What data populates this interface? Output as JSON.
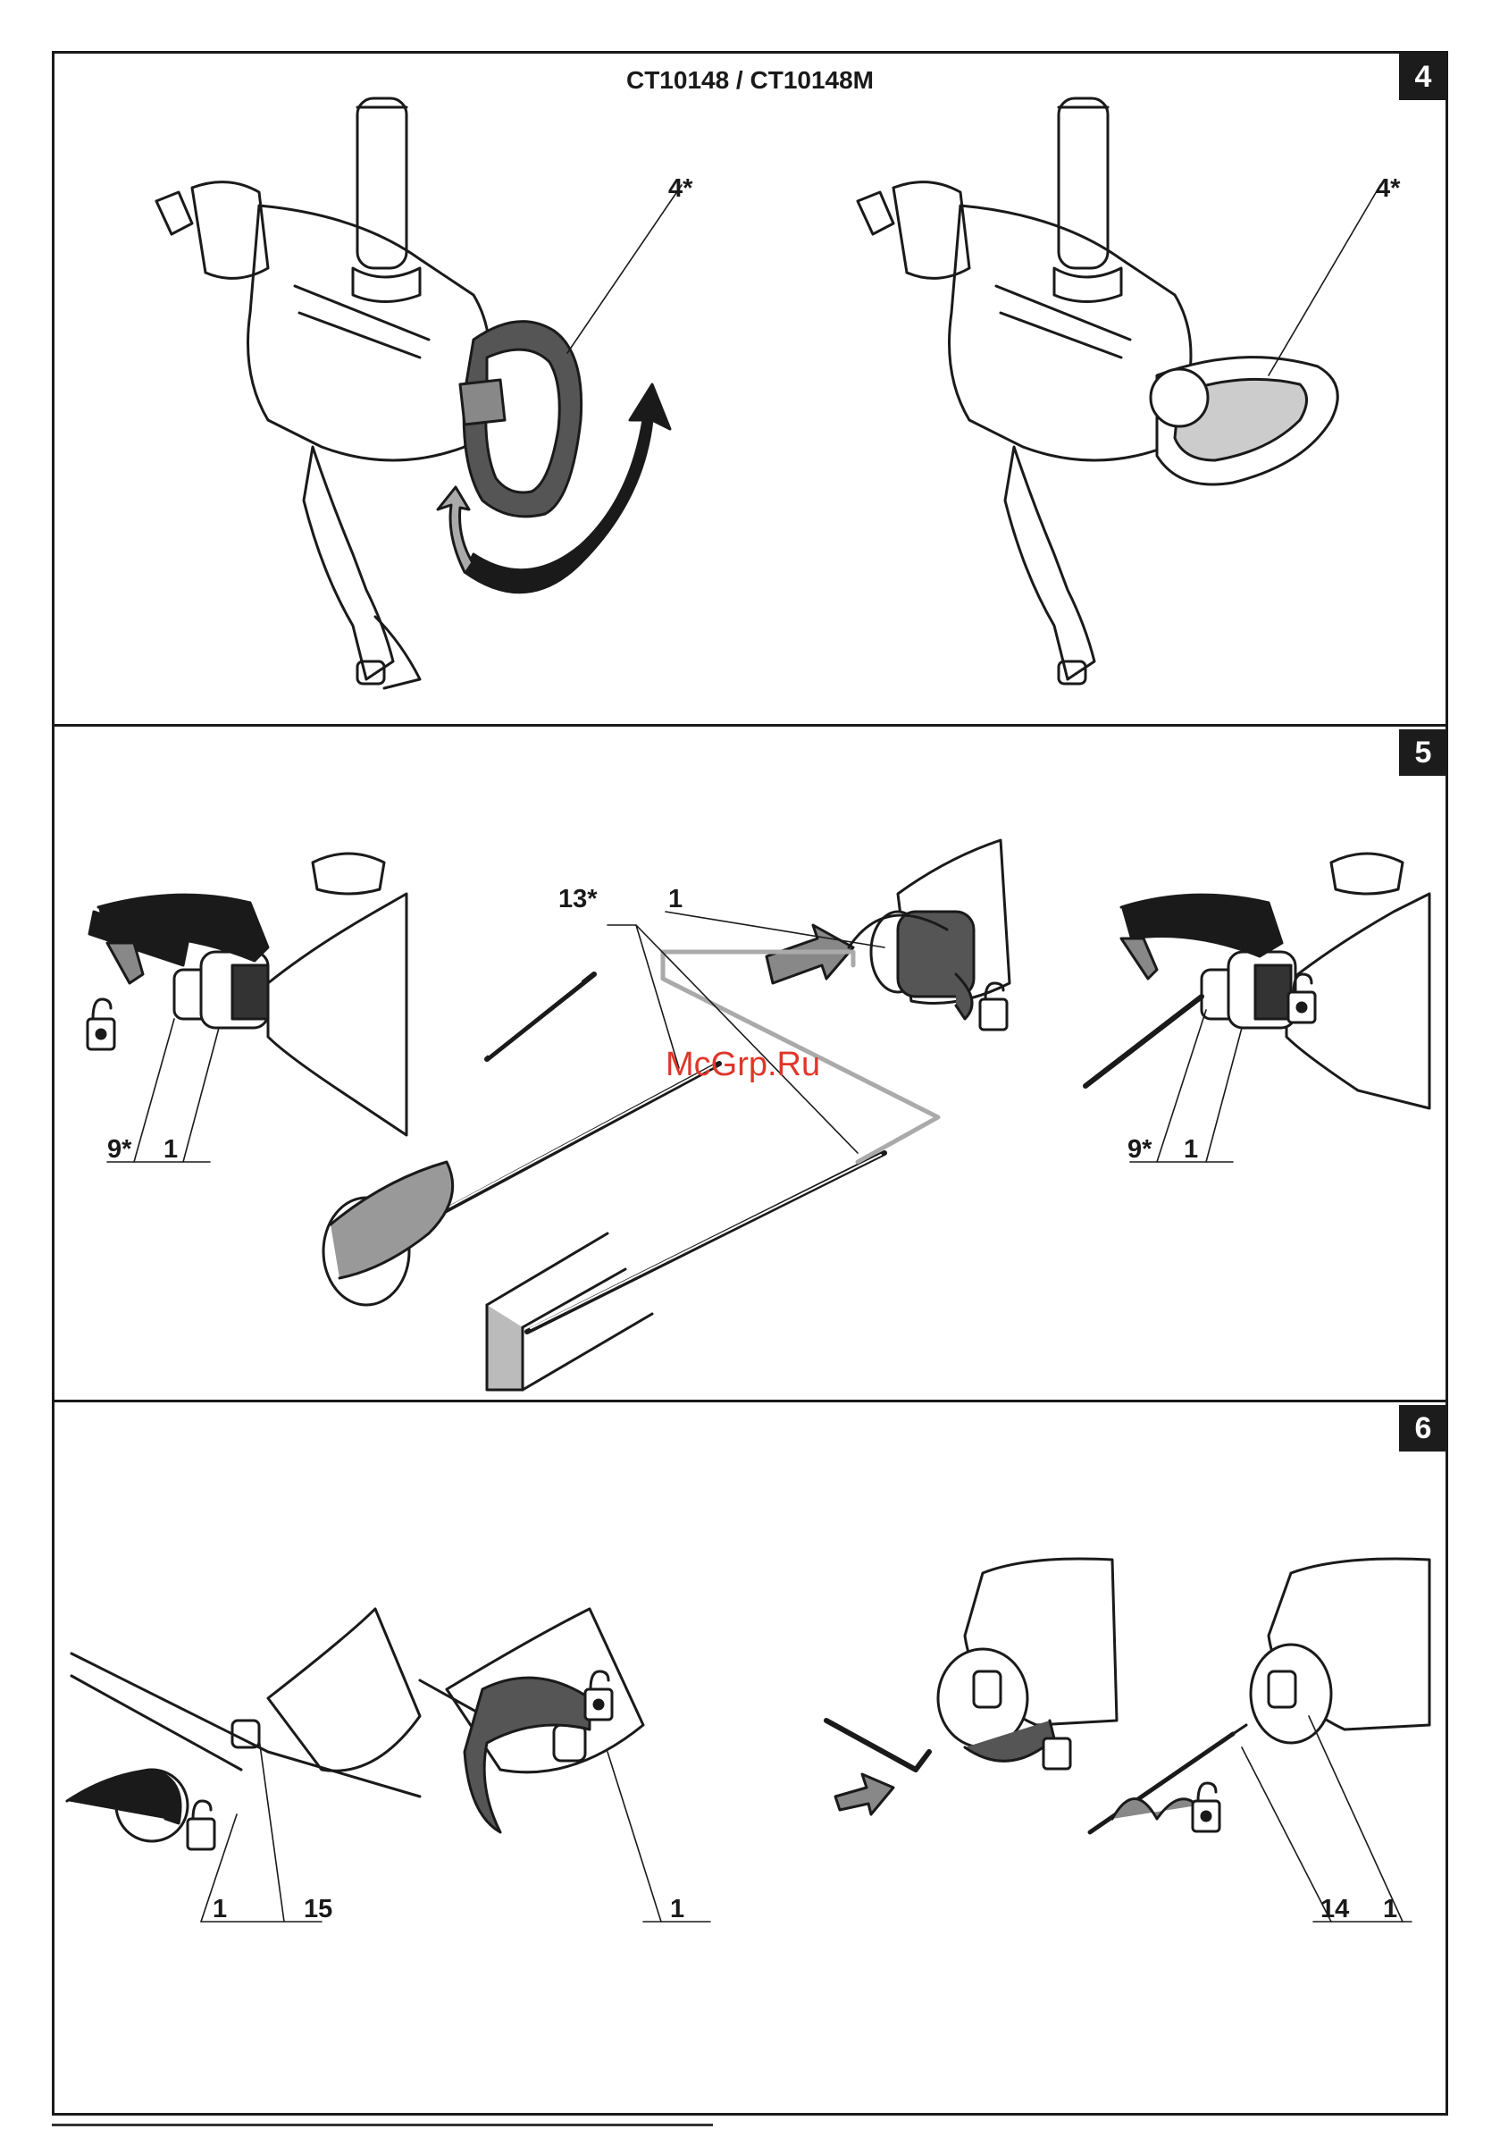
{
  "header": {
    "model_title": "CT10148 / CT10148M"
  },
  "sections": [
    {
      "number": "4"
    },
    {
      "number": "5"
    },
    {
      "number": "6"
    }
  ],
  "labels": {
    "s4_left_handle": "4*",
    "s4_right_handle": "4*",
    "s5_left_key": "9*",
    "s5_left_chuck": "1",
    "s5_center_mixer": "13*",
    "s5_center_chuck": "1",
    "s5_right_key": "9*",
    "s5_right_chuck": "1",
    "s6_a_chuck": "1",
    "s6_a_spindle": "15",
    "s6_b_chuck": "1",
    "s6_d_bit": "14",
    "s6_d_chuck": "1"
  },
  "watermark": "McGrp.Ru"
}
